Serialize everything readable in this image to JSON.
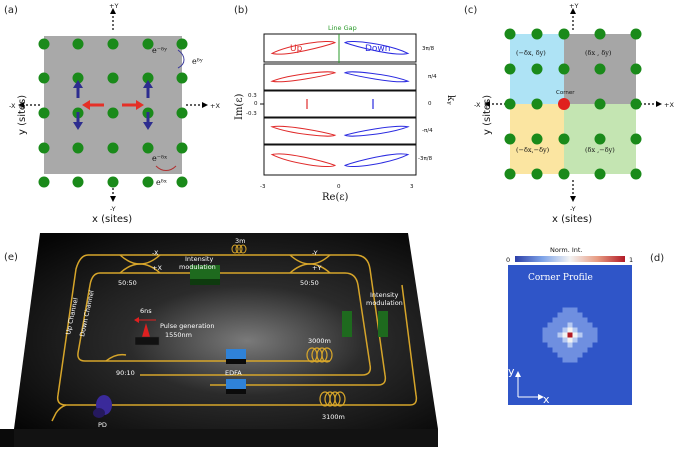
{
  "panels": {
    "a": {
      "label": "(a)",
      "plus_y": "+Y",
      "minus_y": "-Y",
      "plus_x": "+X",
      "minus_x": "-X",
      "xlabel": "x (sites)",
      "ylabel": "y (sites)",
      "coupling_top_left": "e⁻ᵟʸ",
      "coupling_top_right": "eᵟʸ",
      "coupling_bottom_left": "e⁻ᵟˣ",
      "coupling_bottom_right": "eᵟˣ"
    },
    "b": {
      "label": "(b)",
      "line_gap": "Line Gap",
      "up": "Up",
      "down": "Down",
      "ylabel": "Im(ε)",
      "xlabel": "Re(ε)",
      "ky_label": "kᵧ",
      "xticks": [
        "-3",
        "0",
        "3"
      ],
      "yticks": [
        "0.3",
        "0",
        "-0.3"
      ],
      "row_labels": [
        "3π/8",
        "π/4",
        "0",
        "-π/4",
        "-3π/8"
      ]
    },
    "c": {
      "label": "(c)",
      "plus_y": "+Y",
      "minus_y": "-Y",
      "plus_x": "+X",
      "minus_x": "-X",
      "xlabel": "x (sites)",
      "ylabel": "y (sites)",
      "corner": "Corner",
      "q_tl": "(−δx, δy)",
      "q_tr": "(δx , δy)",
      "q_bl": "(−δx,−δy)",
      "q_br": "(δx ,−δy)",
      "colors": {
        "tl": "#aee3f5",
        "tr": "#a6a6a6",
        "bl": "#fbe5a1",
        "br": "#c4e5b2"
      }
    },
    "d": {
      "label": "(d)",
      "title": "Norm. Int.",
      "scale_min": "0",
      "scale_max": "1",
      "profile_title": "Corner Profile",
      "y": "y",
      "x": "x"
    },
    "e": {
      "label": "(e)",
      "minus_x": "-X",
      "plus_x": "+X",
      "minus_y": "-Y",
      "plus_y": "+Y",
      "fiber_3m": "3m",
      "intensity_mod_1": "Intensity",
      "intensity_mod_1b": "modulation",
      "intensity_mod_2": "Intensity",
      "intensity_mod_2b": "modulation",
      "coupler_1": "50:50",
      "coupler_2": "50:50",
      "up_channel": "Up Channel",
      "down_channel": "Down Channel",
      "pulse_width": "6ns",
      "pulse_gen_1": "Pulse generation",
      "pulse_gen_2": "1550nm",
      "fiber_3000": "3000m",
      "coupler_3": "90:10",
      "edfa": "EDFA",
      "fiber_3100": "3100m",
      "pd": "PD"
    }
  }
}
